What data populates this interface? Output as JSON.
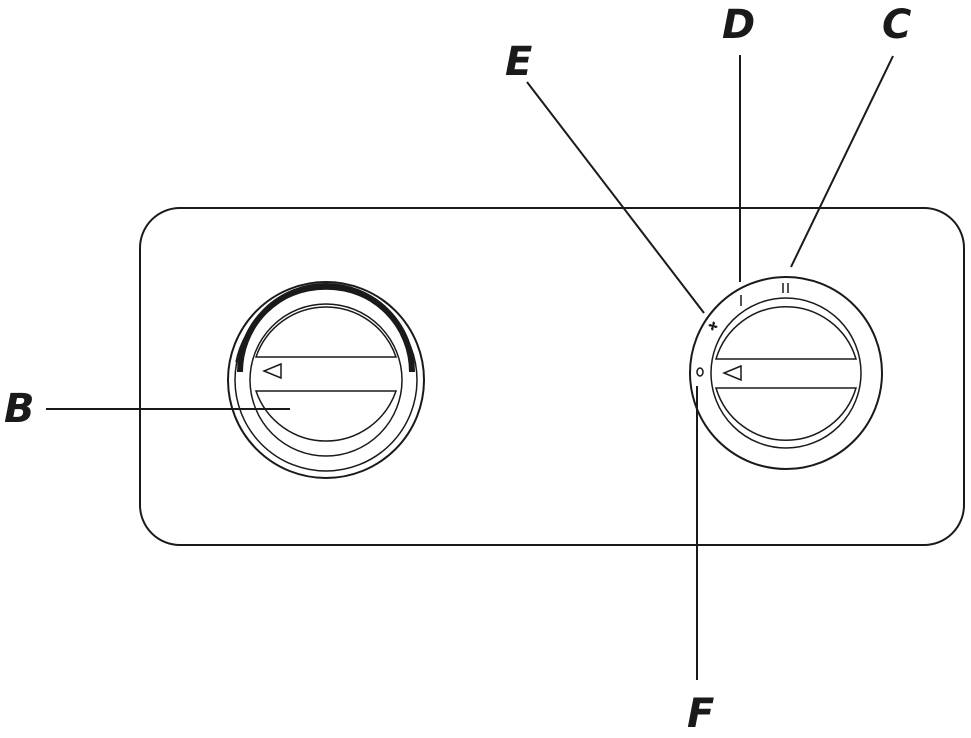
{
  "colors": {
    "ink": "#1a1a1a",
    "background": "#ffffff"
  },
  "labels": {
    "b": "B",
    "c": "C",
    "d": "D",
    "e": "E",
    "f": "F"
  },
  "markings": {
    "position_one": "I",
    "position_two": "II",
    "position_off": "O"
  },
  "icons": {
    "fan": "fan-icon",
    "arrow": "triangle-pointer-icon",
    "range_arc": "thermostat-range-arc-icon"
  }
}
